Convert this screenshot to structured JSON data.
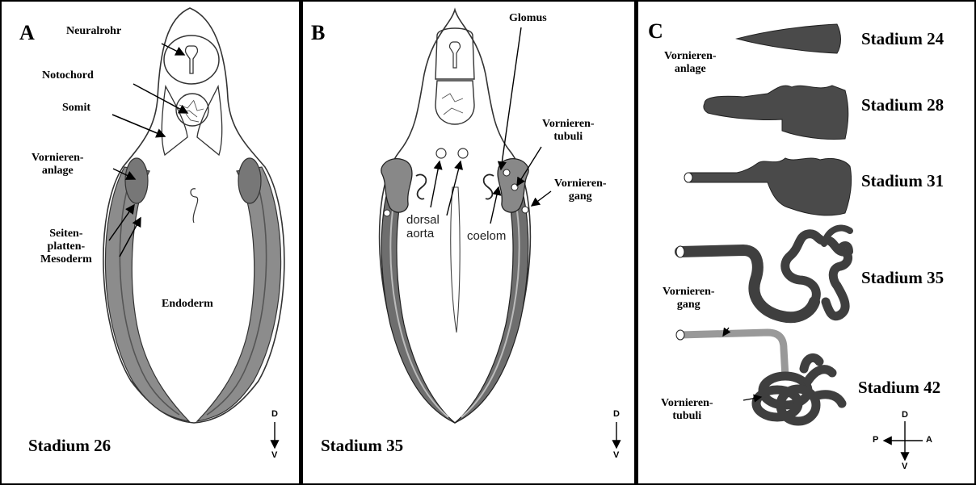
{
  "panels": {
    "a": {
      "letter": "A",
      "labels": {
        "neuralrohr": "Neuralrohr",
        "notochord": "Notochord",
        "somit": "Somit",
        "vornieren_anlage": "Vornieren-\nanlage",
        "seitenplatten": "Seiten-\nplatten-\nMesoderm",
        "endoderm": "Endoderm"
      },
      "stage": "Stadium 26",
      "axis": {
        "d": "D",
        "v": "V"
      }
    },
    "b": {
      "letter": "B",
      "labels": {
        "glomus": "Glomus",
        "vornieren_tubuli": "Vornieren-\ntubuli",
        "vornieren_gang": "Vornieren-\ngang",
        "dorsal_aorta": "dorsal\naorta",
        "coelom": "coelom"
      },
      "stage": "Stadium 35",
      "axis": {
        "d": "D",
        "v": "V"
      }
    },
    "c": {
      "letter": "C",
      "labels": {
        "vornieren_anlage": "Vornieren-\nanlage",
        "vornieren_gang": "Vornieren-\ngang",
        "vornieren_tubuli": "Vornieren-\ntubuli"
      },
      "stages": [
        "Stadium 24",
        "Stadium 28",
        "Stadium 31",
        "Stadium 35",
        "Stadium 42"
      ],
      "axis": {
        "d": "D",
        "v": "V",
        "p": "P",
        "a": "A"
      }
    }
  }
}
